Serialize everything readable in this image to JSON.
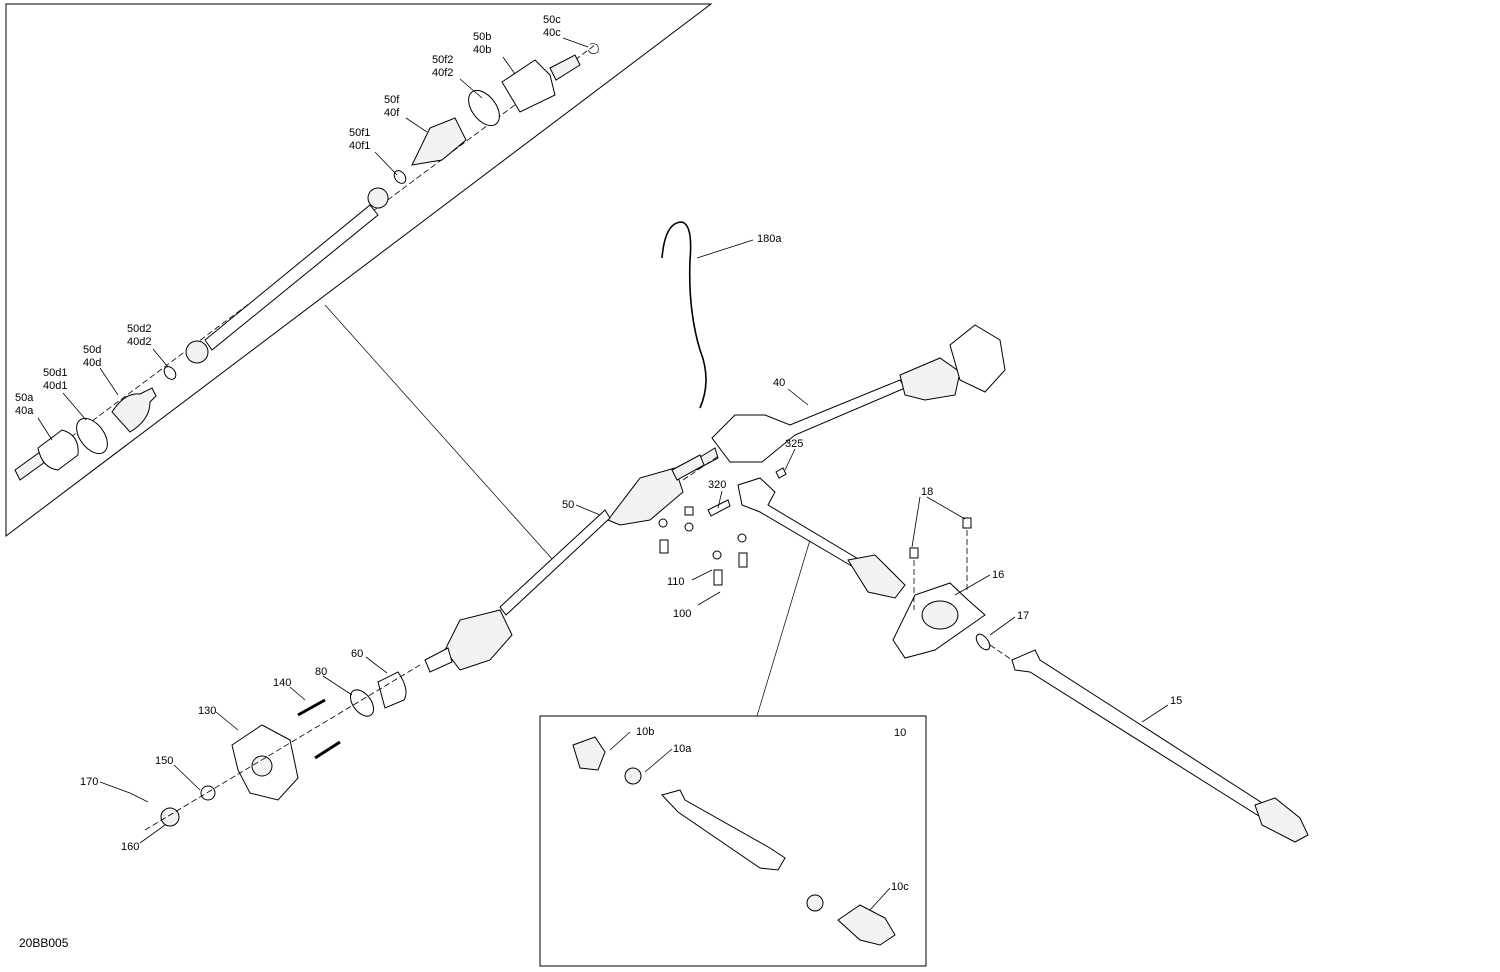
{
  "diagram": {
    "code": "20BB005",
    "labels": {
      "l50c": [
        "50c",
        "40c"
      ],
      "l50b": [
        "50b",
        "40b"
      ],
      "l50f2": [
        "50f2",
        "40f2"
      ],
      "l50f": [
        "50f",
        "40f"
      ],
      "l50f1": [
        "50f1",
        "40f1"
      ],
      "l50d2": [
        "50d2",
        "40d2"
      ],
      "l50d": [
        "50d",
        "40d"
      ],
      "l50d1": [
        "50d1",
        "40d1"
      ],
      "l50a": [
        "50a",
        "40a"
      ],
      "l180a": "180a",
      "l40": "40",
      "l325": "325",
      "l320": "320",
      "l50": "50",
      "l18": "18",
      "l16": "16",
      "l110": "110",
      "l100": "100",
      "l17": "17",
      "l60": "60",
      "l80": "80",
      "l140": "140",
      "l130": "130",
      "l15": "15",
      "l150": "150",
      "l170": "170",
      "l160": "160",
      "l10": "10",
      "l10b": "10b",
      "l10a": "10a",
      "l10c": "10c"
    }
  }
}
